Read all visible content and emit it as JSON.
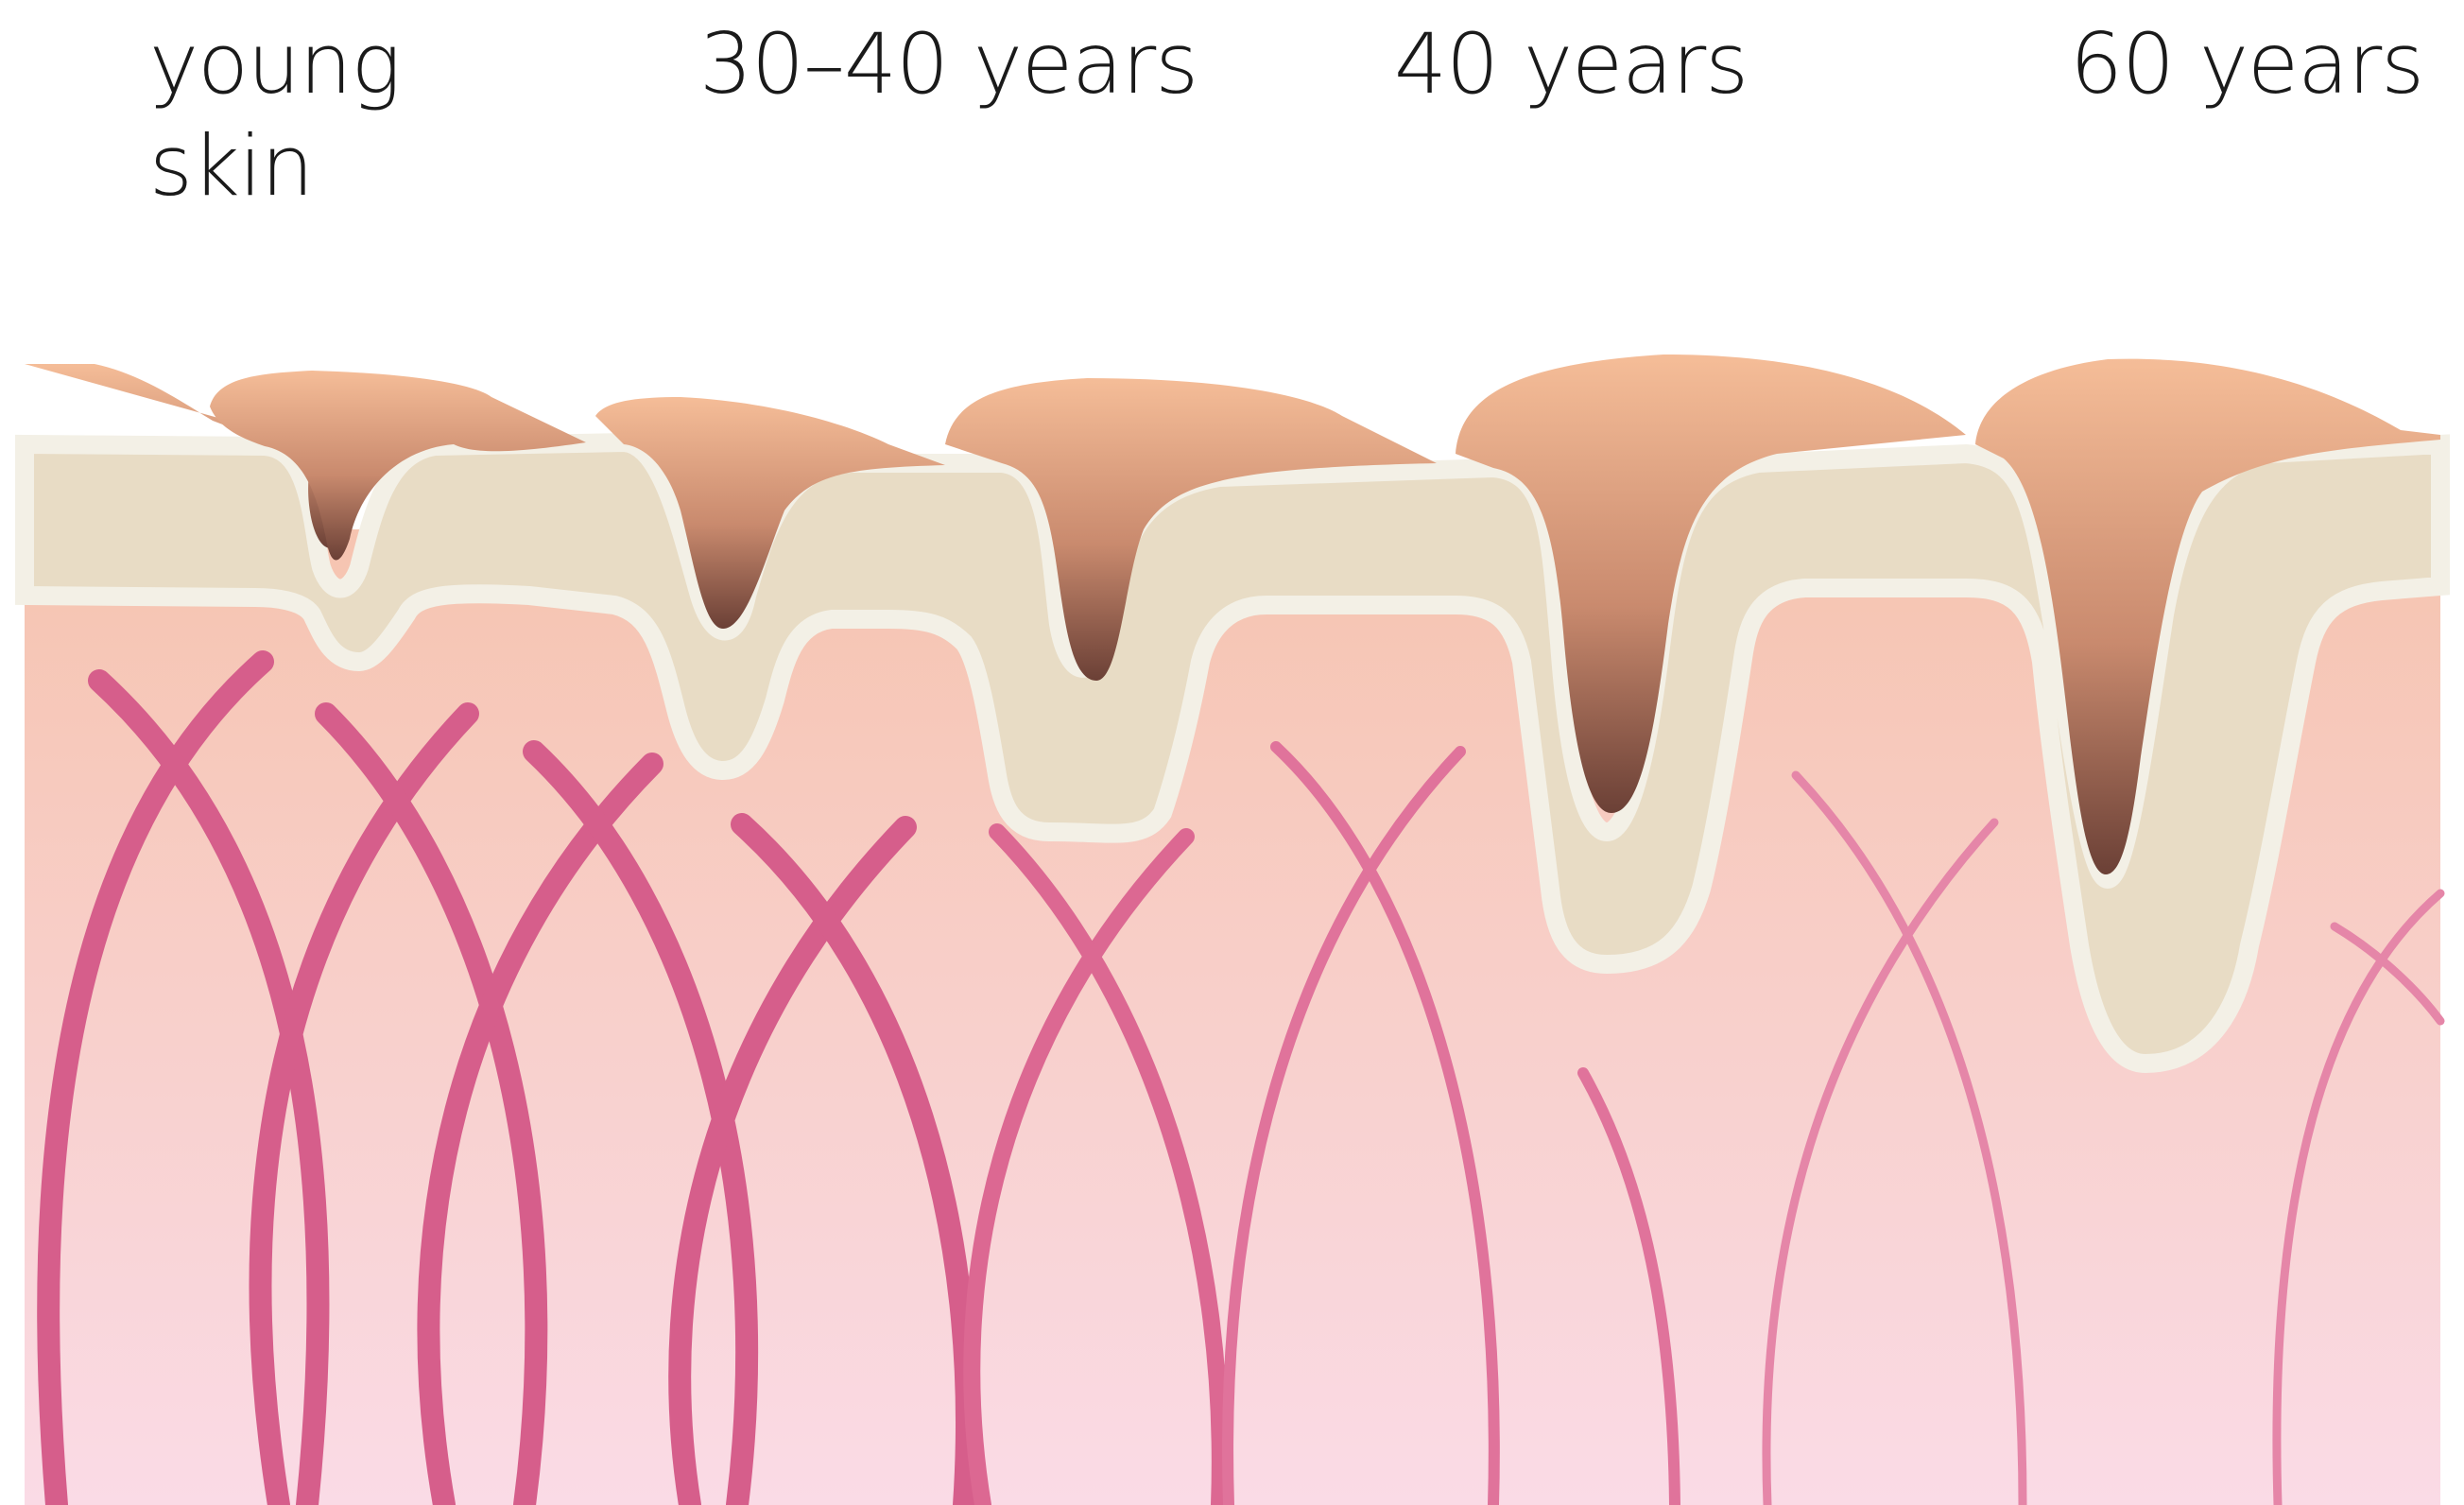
{
  "labels": {
    "young_line1": "young",
    "young_line2": "skin",
    "age_30_40": "30–40 years",
    "age_40": "40 years",
    "age_60": "60 years"
  },
  "colors": {
    "dermis_top": "#f6c4b0",
    "dermis_bottom": "#fadbe6",
    "epidermis": "#e8dcc5",
    "epidermis_outline": "#f3f0e6",
    "surface_light": "#f5bd98",
    "wrinkle_dark": "#6b4036",
    "collagen_fiber": "#e07098",
    "collagen_fiber_dark": "#c94f7f"
  },
  "stages": [
    {
      "name": "young skin",
      "wrinkle_depth": 0.1
    },
    {
      "name": "30–40 years",
      "wrinkle_depth": 0.3
    },
    {
      "name": "40 years",
      "wrinkle_depth": 0.6
    },
    {
      "name": "60 years",
      "wrinkle_depth": 0.85
    }
  ]
}
